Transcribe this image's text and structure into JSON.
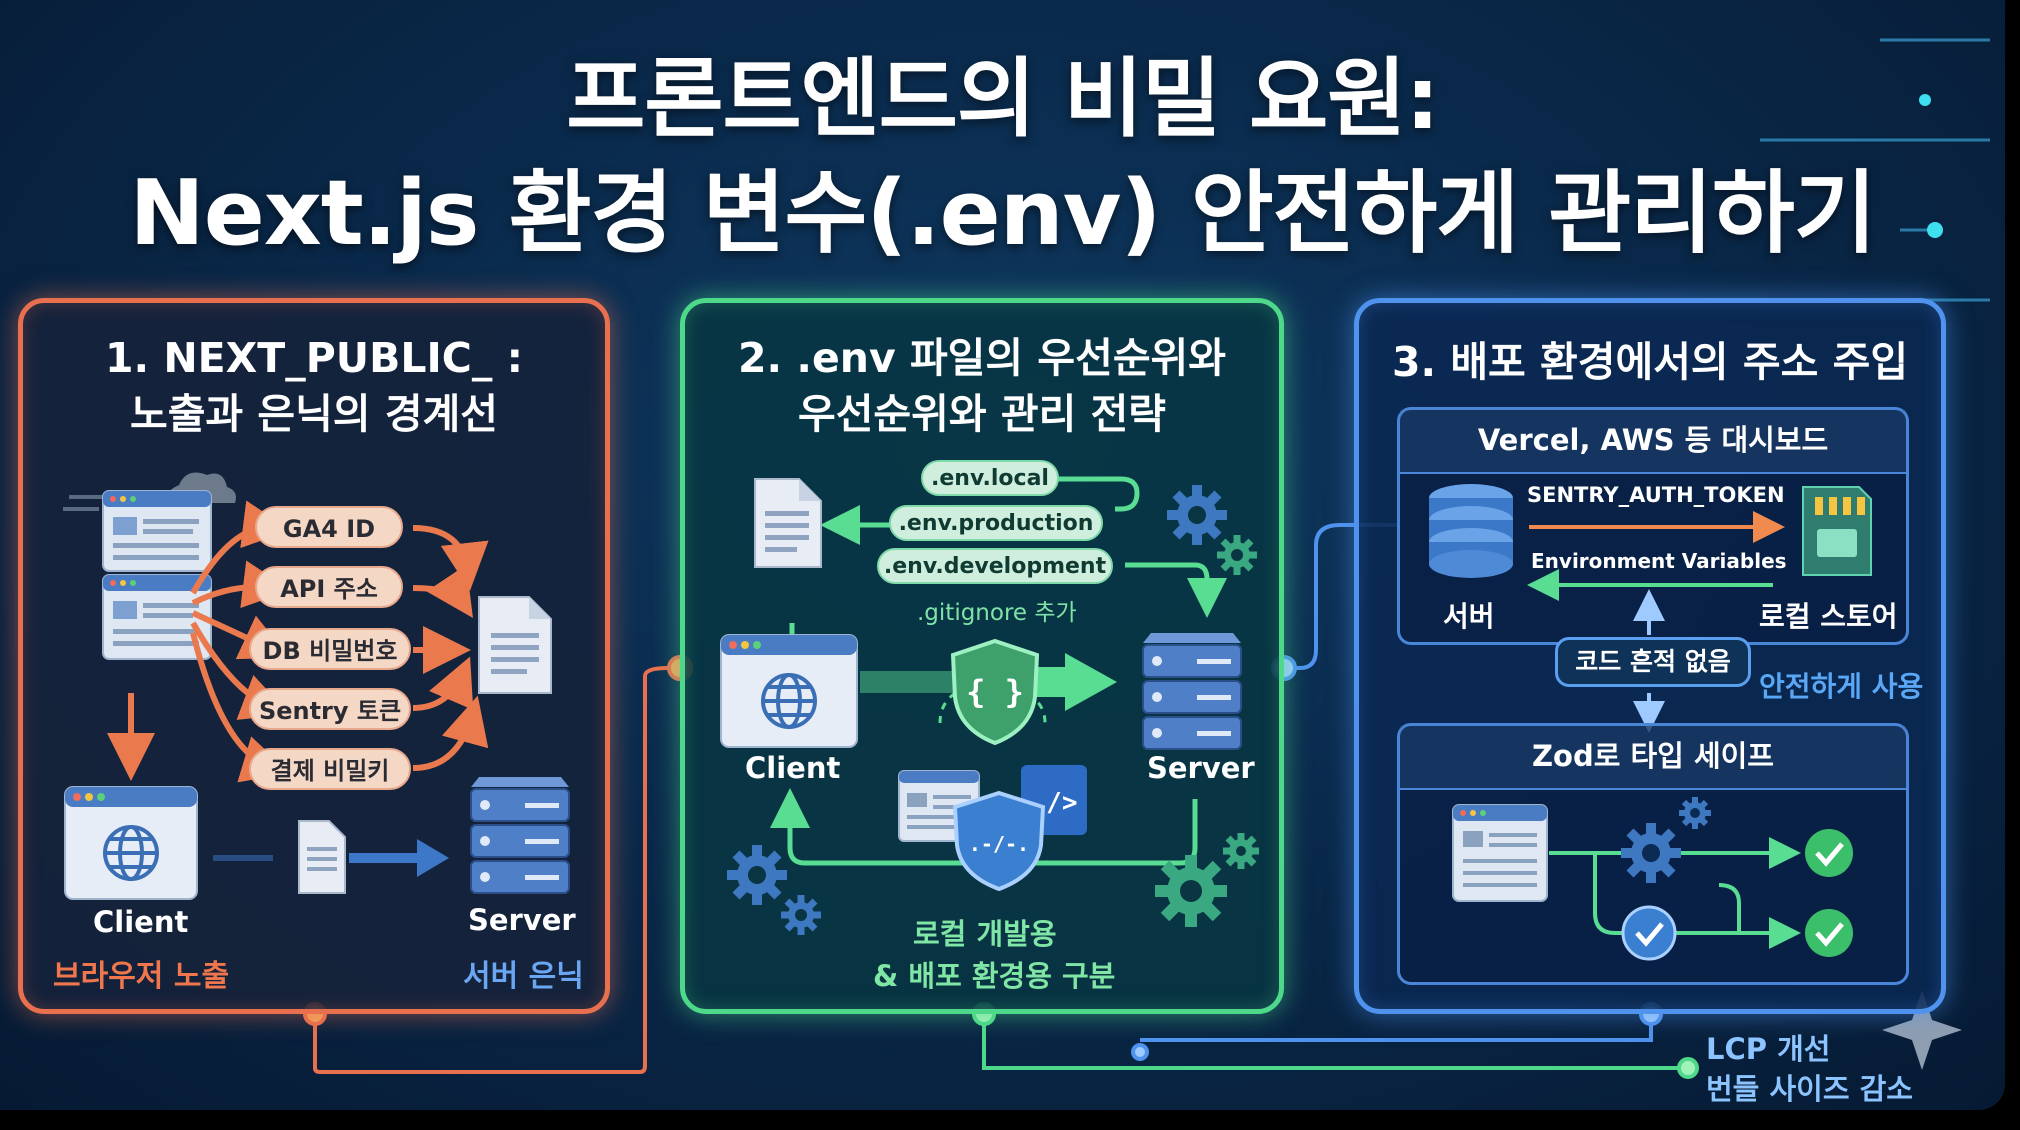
{
  "title": {
    "line1": "프론트엔드의 비밀 요원:",
    "line2": "Next.js 환경 변수(.env) 안전하게 관리하기"
  },
  "panel1": {
    "title_line1": "1. NEXT_PUBLIC_ :",
    "title_line2": "노출과 은닉의 경계선",
    "items": [
      "GA4 ID",
      "API 주소",
      "DB 비밀번호",
      "Sentry 토큰",
      "결제 비밀키"
    ],
    "client_label": "Client",
    "server_label": "Server",
    "client_caption": "브라우저 노출",
    "server_caption": "서버 은닉"
  },
  "panel2": {
    "title_line1": "2. .env 파일의 우선순위와",
    "title_line2": "우선순위와 관리 전략",
    "files": [
      ".env.local",
      ".env.production",
      ".env.development"
    ],
    "gitignore_note": ".gitignore 추가",
    "client_label": "Client",
    "server_label": "Server",
    "caption_line1": "로컬 개발용",
    "caption_line2": "& 배포 환경용 구분"
  },
  "panel3": {
    "title": "3. 배포 환경에서의 주소 주입",
    "dashboard_title": "Vercel, AWS 등 대시보드",
    "token_label": "SENTRY_AUTH_TOKEN",
    "env_label": "Environment Variables",
    "server_label": "서버",
    "store_label": "로컬 스토어",
    "no_trace": "코드 흔적 없음",
    "safe_use": "안전하게 사용",
    "zod_title": "Zod로 타입 세이프"
  },
  "footer": {
    "lcp": "LCP 개선",
    "bundle": "번들 사이즈 감소"
  },
  "colors": {
    "panel1_accent": "#e8704f",
    "panel2_accent": "#4ed98a",
    "panel3_accent": "#4f93ee",
    "safe_text": "#5aa8f5",
    "footer_text": "#8cc4ff"
  }
}
